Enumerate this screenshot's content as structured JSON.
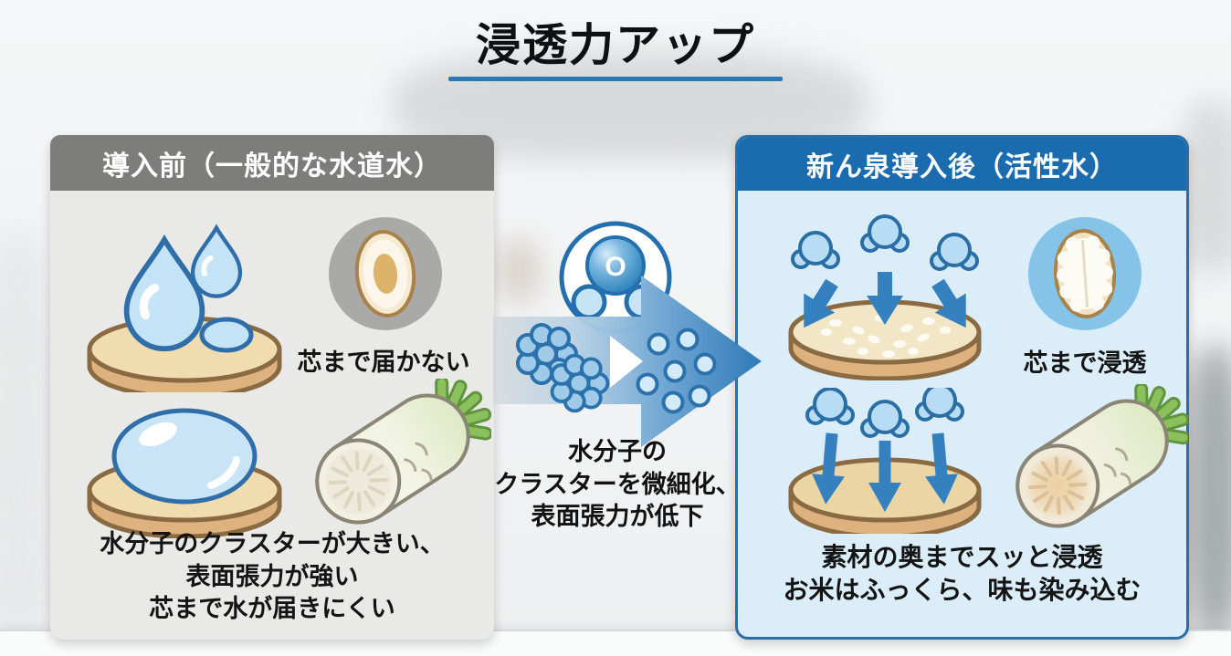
{
  "title": {
    "text": "浸透力アップ",
    "underline_color": "#2b79b4"
  },
  "colors": {
    "accent_blue": "#2b79b4",
    "left_header_bg": "#7d7d7b",
    "left_body_bg": "#e9e9e7",
    "right_header_bg": "#1b6cae",
    "right_body_bg": "#daedf9",
    "right_border": "#2a6ea6",
    "arrow_blue": "#2f7ab8",
    "plate_tan": "#f0dcae",
    "water_blue_fill": "#c5e3f6",
    "water_blue_stroke": "#2f6ea8"
  },
  "left_panel": {
    "header": "導入前（一般的な水道水）",
    "rice_label": "芯まで届かない",
    "caption_lines": [
      "水分子のクラスターが大きい、",
      "表面張力が強い",
      "芯まで水が届きにくい"
    ],
    "icons": [
      "water-drops-on-plate-icon",
      "rice-grain-dry-core-icon",
      "water-bead-on-plate-icon",
      "daikon-radish-dry-icon"
    ]
  },
  "center": {
    "molecule_symbol": "O",
    "caption_lines": [
      "水分子の",
      "クラスターを微細化、",
      "表面張力が低下"
    ],
    "icons": [
      "water-molecule-icon",
      "large-cluster-icon",
      "small-cluster-icon",
      "right-arrow-icon",
      "chevron-right-icon"
    ]
  },
  "right_panel": {
    "header": "新ん泉導入後（活性水）",
    "rice_label": "芯まで浸透",
    "caption_lines": [
      "素材の奥までスッと浸透",
      "お米はふっくら、味も染み込む"
    ],
    "icons": [
      "water-penetrating-plate-icon",
      "rice-grain-soaked-icon",
      "water-penetrating-deep-icon",
      "daikon-radish-soaked-icon"
    ]
  }
}
